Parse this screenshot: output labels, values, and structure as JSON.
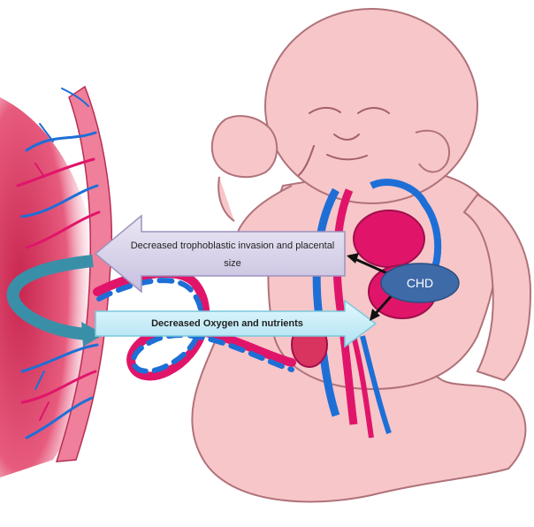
{
  "diagram": {
    "labels": {
      "invasion": "Decreased trophoblastic invasion and placental size",
      "oxygen": "Decreased Oxygen and nutrients",
      "chd": "CHD"
    },
    "colors": {
      "skin": "#f7c6c9",
      "skin_outline": "#b0727a",
      "artery": "#e0156a",
      "vein": "#1d6fd6",
      "uterus": "#d9345f",
      "arrow_lavender": "#d6d0e8",
      "arrow_cyan": "#c9eef8",
      "arrow_curved": "#3a8fa8",
      "chd_oval": "#3e6aa8"
    }
  }
}
